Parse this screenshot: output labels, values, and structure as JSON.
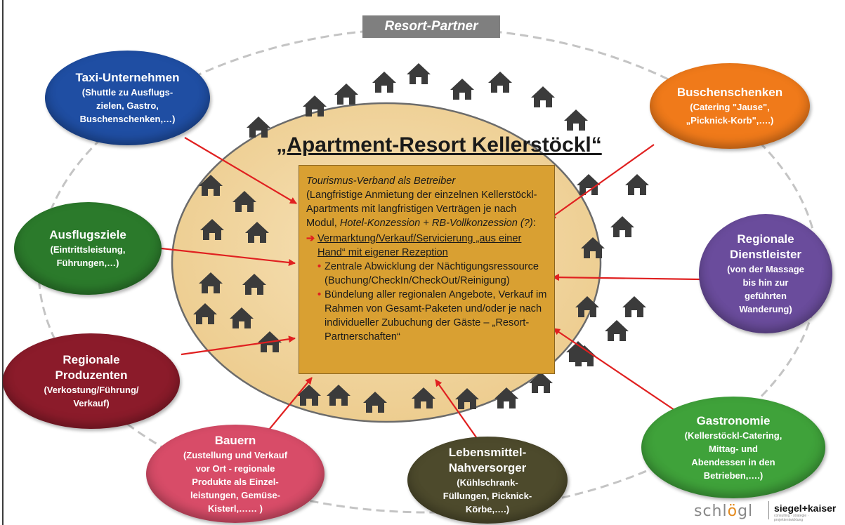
{
  "title_tag": "Resort-Partner",
  "main_title": "„Apartment-Resort Kellerstöckl“",
  "center": {
    "heading": "Tourismus-Verband als Betreiber",
    "lines": [
      "(Langfristige Anmietung der einzelnen Kellerstöckl-",
      "Apartments mit langfristigen Verträgen je nach"
    ],
    "modul_prefix": "Modul, ",
    "modul_italic": "Hotel-Konzession + RB-Vollkonzession (?)",
    "modul_suffix": ":",
    "arrow": "➔",
    "vermarktung": "Vermarktung/Verkauf/Servicierung „aus einer Hand“ mit eigener Rezeption",
    "bullet_char": "•",
    "bullets": [
      {
        "bold": "Zentrale Abwicklung der Nächtigungsressource",
        "normal": "(Buchung/CheckIn/CheckOut/Reinigung)"
      },
      {
        "bold": "Bündelung aller regionalen Angebote, Verkauf im Rahmen von Gesamt-Paketen und/oder je nach individueller Zubuchung der Gäste – „Resort-Partnerschaften“",
        "normal": ""
      }
    ]
  },
  "partners": {
    "taxi": {
      "title": "Taxi-Unternehmen",
      "desc": "(Shuttle zu Ausflugs-\nzielen, Gastro,\nBuschenschenken,…)",
      "color": "#1f4ea3"
    },
    "buschenschenken": {
      "title": "Buschenschenken",
      "desc": "(Catering \"Jause\",\n„Picknick-Korb\",….)",
      "color": "#f07a1a"
    },
    "ausflugsziele": {
      "title": "Ausflugsziele",
      "desc": "(Eintrittsleistung,\nFührungen,…)",
      "color": "#2b7a2b"
    },
    "dienstleister": {
      "title": "Regionale\nDienstleister",
      "desc": "(von der Massage\nbis hin zur\ngeführten\nWanderung)",
      "color": "#6a4c9c"
    },
    "produzenten": {
      "title": "Regionale\nProduzenten",
      "desc": "(Verkostung/Führung/\nVerkauf)",
      "color": "#8b1b2a"
    },
    "gastronomie": {
      "title": "Gastronomie",
      "desc": "(Kellerstöckl-Catering,\nMittag- und\nAbendessen in den\nBetrieben,….)",
      "color": "#3fa23a"
    },
    "bauern": {
      "title": "Bauern",
      "desc": "(Zustellung und Verkauf\nvor Ort - regionale\nProdukte als Einzel-\nleistungen, Gemüse-\nKisterl,…… )",
      "color": "#d84c68"
    },
    "lebensmittel": {
      "title": "Lebensmittel-\nNahversorger",
      "desc": "(Kühlschrank-\nFüllungen, Picknick-\nKörbe,….)",
      "color": "#4d4a2c"
    }
  },
  "logos": {
    "left": "schlögl",
    "right": "siegel+kaiser",
    "right_sub": "consulting · strategie · projektentwicklung"
  },
  "colors": {
    "ellipse_fill": "#f3d9a6",
    "center_box": "#d9a032",
    "arrow": "#e02020",
    "house": "#3b3b3b",
    "dashed_ring": "#bdbdbd"
  }
}
